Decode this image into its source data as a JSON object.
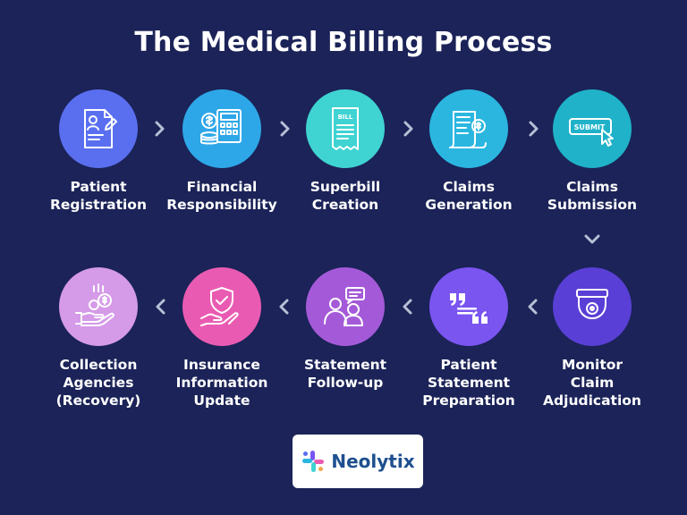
{
  "title": "The Medical Billing Process",
  "steps": [
    {
      "label": "Patient\nRegistration",
      "icon": "registration-form-icon",
      "color": "#5a6ff0"
    },
    {
      "label": "Financial\nResponsibility",
      "icon": "calculator-coins-icon",
      "color": "#2ea7e8"
    },
    {
      "label": "Superbill\nCreation",
      "icon": "bill-document-icon",
      "color": "#3fd3d2"
    },
    {
      "label": "Claims\nGeneration",
      "icon": "claim-document-icon",
      "color": "#2bb6e0"
    },
    {
      "label": "Claims\nSubmission",
      "icon": "submit-button-icon",
      "color": "#1fb2c8"
    },
    {
      "label": "Monitor\nClaim\nAdjudication",
      "icon": "surveillance-camera-icon",
      "color": "#5a3fd6"
    },
    {
      "label": "Patient\nStatement\nPreparation",
      "icon": "quote-statement-icon",
      "color": "#7a55f0"
    },
    {
      "label": "Statement\nFollow-up",
      "icon": "people-chat-icon",
      "color": "#a45ad8"
    },
    {
      "label": "Insurance\nInformation\nUpdate",
      "icon": "shield-hand-icon",
      "color": "#e95bb2"
    },
    {
      "label": "Collection\nAgencies\n(Recovery)",
      "icon": "hand-coins-icon",
      "color": "#d59ae8"
    }
  ],
  "bill_text": "BILL",
  "submit_text": "SUBMIT",
  "logo": {
    "text": "Neolytix"
  }
}
